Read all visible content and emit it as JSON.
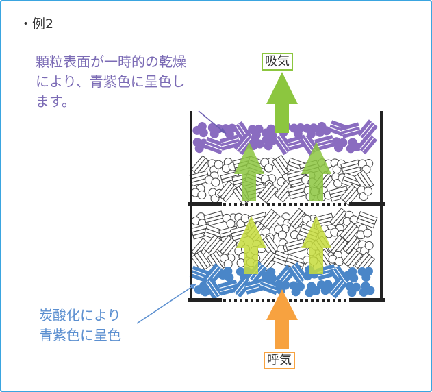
{
  "title": "・例2",
  "note_top": {
    "lines": [
      "顆粒表面が一時的の乾燥",
      "により、青紫色に呈色し",
      "ます。"
    ]
  },
  "note_bottom": {
    "lines": [
      "炭酸化により",
      "青紫色に呈色"
    ]
  },
  "labels": {
    "inhale": "吸気",
    "exhale": "呼気"
  },
  "colors": {
    "border": "#3aa5e0",
    "purple": "#8a6cc0",
    "blue": "#4a86c8",
    "green": "#8cc63f",
    "yellow_green": "#c6dc3c",
    "orange": "#f7a240"
  }
}
